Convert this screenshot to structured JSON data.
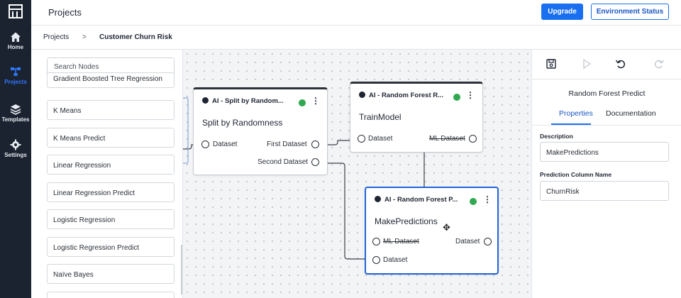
{
  "rail": {
    "items": [
      {
        "label": "Home",
        "icon": "home-icon"
      },
      {
        "label": "Projects",
        "icon": "projects-icon"
      },
      {
        "label": "Templates",
        "icon": "templates-icon"
      },
      {
        "label": "Settings",
        "icon": "settings-icon"
      }
    ],
    "active_color": "#2e78ff"
  },
  "topbar": {
    "title": "Projects",
    "upgrade_label": "Upgrade",
    "env_status_label": "Environment Status"
  },
  "breadcrumb": {
    "root": "Projects",
    "separator": ">",
    "current": "Customer Churn Risk"
  },
  "node_list": {
    "search_placeholder": "Search Nodes",
    "items": [
      "Gradient Boosted Tree Regression",
      "K Means",
      "K Means Predict",
      "Linear Regression",
      "Linear Regression Predict",
      "Logistic Regression",
      "Logistic Regression Predict",
      "Naïve Bayes",
      ""
    ]
  },
  "canvas": {
    "nodes": [
      {
        "header": "AI - Split by Random...",
        "name": "Split by Randomness",
        "inputs": [
          "Dataset"
        ],
        "outputs": [
          "First Dataset",
          "Second Dataset"
        ]
      },
      {
        "header": "AI - Random Forest R...",
        "name": "TrainModel",
        "inputs": [
          "Dataset"
        ],
        "outputs": [
          "ML Dataset"
        ]
      },
      {
        "header": "AI - Random Forest P...",
        "name": "MakePredictions",
        "inputs": [
          "ML Dataset",
          "Dataset"
        ],
        "outputs": [
          "Dataset"
        ]
      }
    ],
    "status_color": "#2fa84f",
    "selection_color": "#2463d8"
  },
  "properties": {
    "node_title": "Random Forest Predict",
    "tabs": [
      "Properties",
      "Documentation"
    ],
    "fields": [
      {
        "label": "Description",
        "value": "MakePredictions"
      },
      {
        "label": "Prediction Column Name",
        "value": "ChurnRisk"
      }
    ]
  },
  "colors": {
    "primary": "#1a6ff0",
    "rail_bg": "#1b2330"
  }
}
